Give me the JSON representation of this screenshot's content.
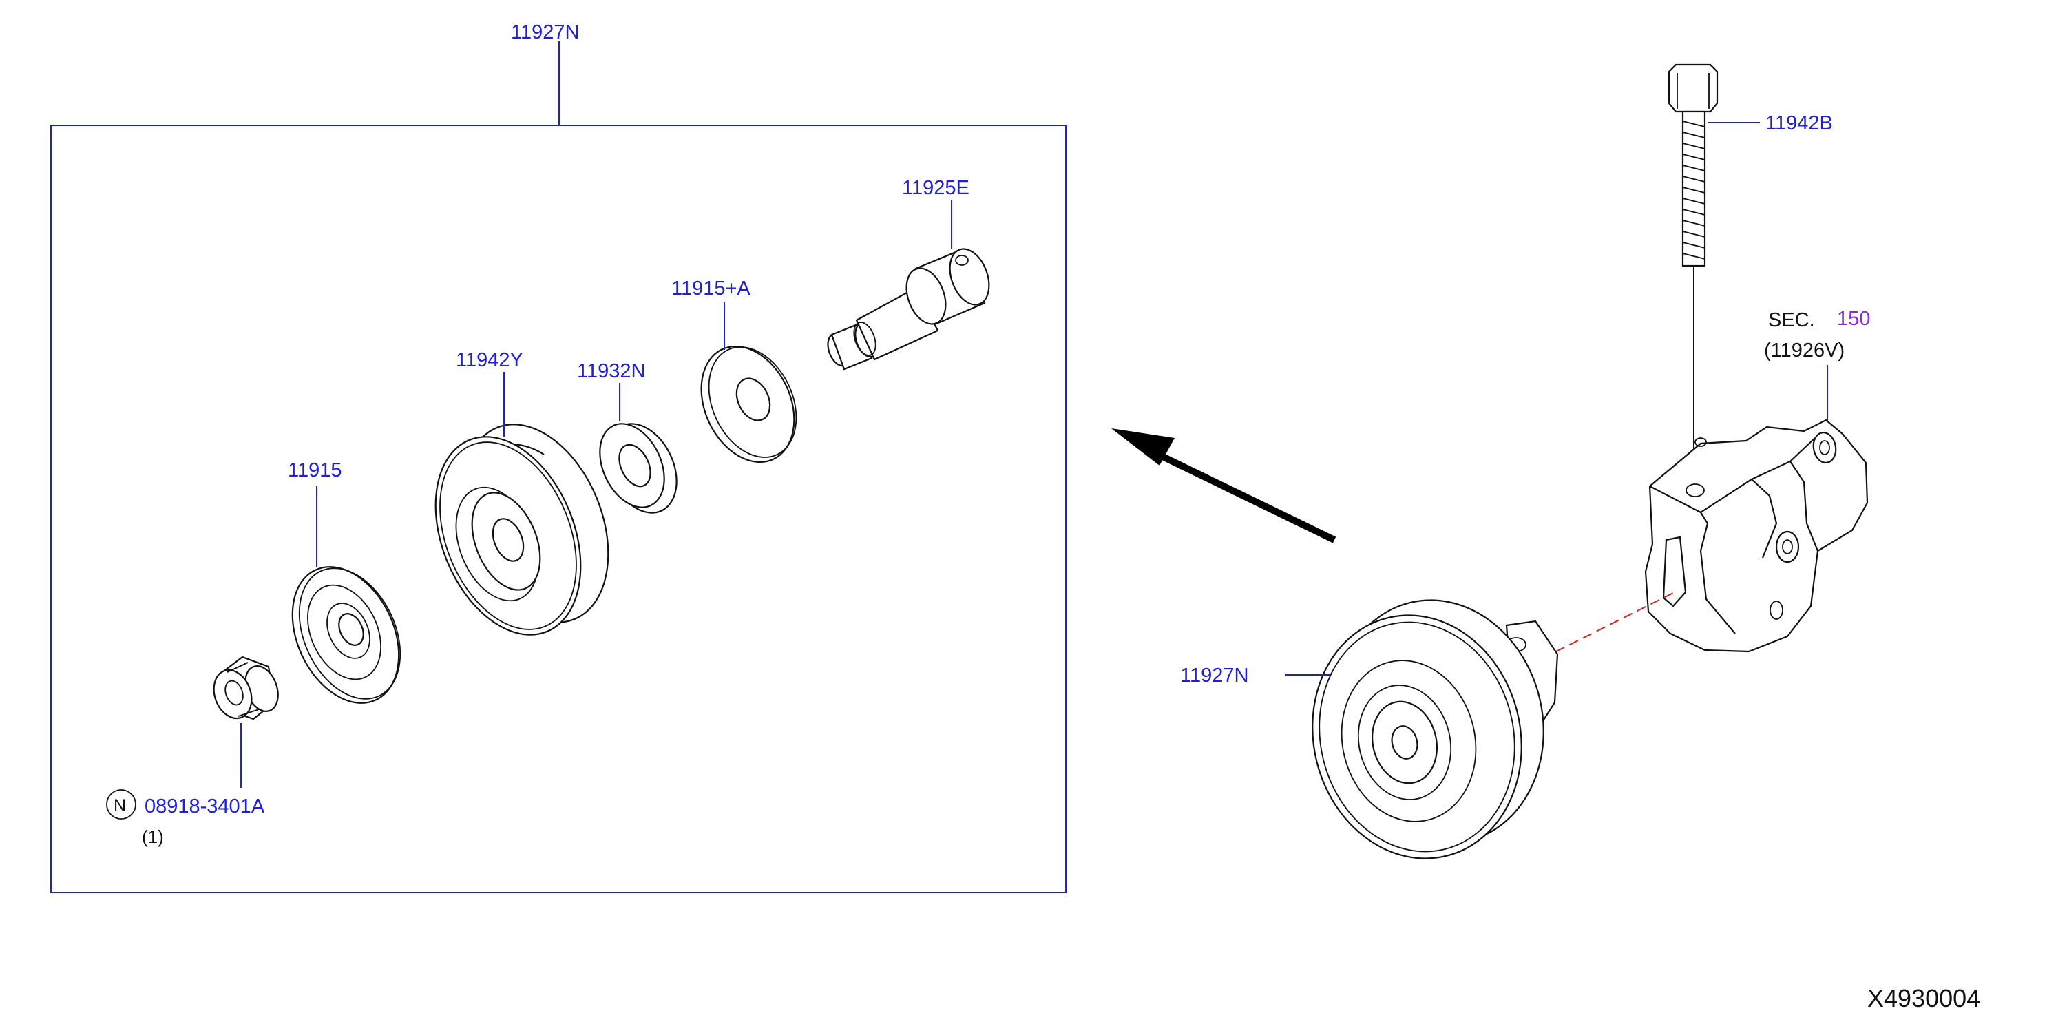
{
  "labels": {
    "assembly_top": "11927N",
    "shaft": "11925E",
    "washer_a": "11915+A",
    "pulley": "11942Y",
    "spacer": "11932N",
    "washer": "11915",
    "nut_marker": "N",
    "nut": "08918-3401A",
    "nut_qty": "(1)",
    "bolt": "11942B",
    "sec_prefix": "SEC.",
    "sec_number": "150",
    "bracket": "(11926V)",
    "assembly_right": "11927N",
    "figure_id": "X4930004"
  },
  "colors": {
    "part_number_text": "#1f1fd6",
    "section_number_text": "#8a2be2",
    "frame": "#1f1fd6",
    "center_line": "#e02020",
    "outline": "#111111"
  }
}
